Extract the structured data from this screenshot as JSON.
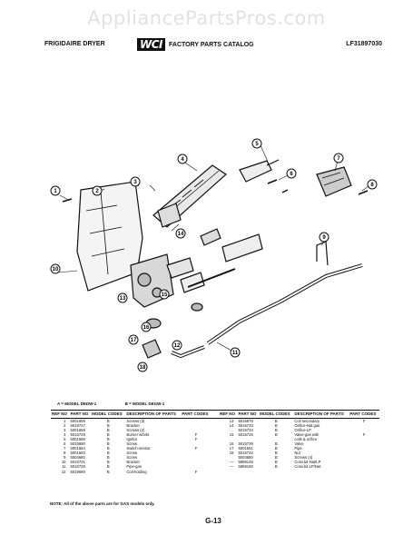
{
  "watermark": "AppliancePartsPros.com",
  "header": {
    "left": "FRIGIDAIRE DRYER",
    "logo": "WCI",
    "center": "FACTORY PARTS CATALOG",
    "right": "LF31897030"
  },
  "callouts": [
    "1",
    "2",
    "3",
    "4",
    "5",
    "6",
    "7",
    "8",
    "9",
    "10",
    "11",
    "12",
    "13",
    "14",
    "15",
    "16",
    "17",
    "18"
  ],
  "models": {
    "a": "A  =  MODEL DEDW-1",
    "b": "B  =  MODEL DEGW-1"
  },
  "table_headers": {
    "ref": "REF NO",
    "part": "PART NO",
    "model": "MODEL CODES",
    "desc": "DESCRIPTION OF PARTS",
    "code": "PART CODES"
  },
  "rows_left": [
    {
      "ref": "1",
      "part": "5001659",
      "model": "B",
      "desc": "Screws (3)",
      "code": ""
    },
    {
      "ref": "2",
      "part": "5019727",
      "model": "B",
      "desc": "Bracket",
      "code": ""
    },
    {
      "ref": "3",
      "part": "5001659",
      "model": "B",
      "desc": "Screws (2)",
      "code": ""
    },
    {
      "ref": "4",
      "part": "5015729",
      "model": "B",
      "desc": "Burner w/brkt",
      "code": "F"
    },
    {
      "ref": "5",
      "part": "5001589",
      "model": "B",
      "desc": "Ignitor",
      "code": "F"
    },
    {
      "ref": "6",
      "part": "5015690",
      "model": "B",
      "desc": "Screw",
      "code": ""
    },
    {
      "ref": "7",
      "part": "5001664",
      "model": "B",
      "desc": "Switch-sensor",
      "code": "F"
    },
    {
      "ref": "8",
      "part": "5001593",
      "model": "B",
      "desc": "Screw",
      "code": ""
    },
    {
      "ref": "9",
      "part": "5004680",
      "model": "B",
      "desc": "Screw",
      "code": ""
    },
    {
      "ref": "10",
      "part": "5016721",
      "model": "B",
      "desc": "Bracket",
      "code": ""
    },
    {
      "ref": "11",
      "part": "5016728",
      "model": "B",
      "desc": "Pipe-gas",
      "code": ""
    },
    {
      "ref": "12",
      "part": "5019690",
      "model": "B",
      "desc": "Coil-holding",
      "code": "F"
    }
  ],
  "rows_right": [
    {
      "ref": "13",
      "part": "5015679",
      "model": "B",
      "desc": "Coil secondary",
      "code": "F"
    },
    {
      "ref": "14",
      "part": "5015733",
      "model": "B",
      "desc": "Orifice-Nat.gas",
      "code": ""
    },
    {
      "ref": "",
      "part": "5015734",
      "model": "B",
      "desc": "Orifice-LP",
      "code": ""
    },
    {
      "ref": "15",
      "part": "5015726",
      "model": "B",
      "desc": "Valve-gas with",
      "code": "F"
    },
    {
      "ref": "",
      "part": "",
      "model": "",
      "desc": "coils & orifice",
      "code": ""
    },
    {
      "ref": "16",
      "part": "5015739",
      "model": "B",
      "desc": "Valve",
      "code": ""
    },
    {
      "ref": "17",
      "part": "5001551",
      "model": "B",
      "desc": "Pipe",
      "code": ""
    },
    {
      "ref": "18",
      "part": "5015732",
      "model": "B",
      "desc": "Nut",
      "code": ""
    },
    {
      "ref": "",
      "part": "5004680",
      "model": "B",
      "desc": "Screws (4)",
      "code": ""
    },
    {
      "ref": "—",
      "part": "5859148",
      "model": "B",
      "desc": "Conv.kit-Nat/LP",
      "code": ""
    },
    {
      "ref": "—",
      "part": "5859150",
      "model": "B",
      "desc": "Conv.kit-LP/Nat",
      "code": ""
    },
    {
      "ref": "",
      "part": "",
      "model": "",
      "desc": "",
      "code": ""
    }
  ],
  "note": "NOTE:   All of the above parts are for GAS models only.",
  "page_number": "G-13"
}
